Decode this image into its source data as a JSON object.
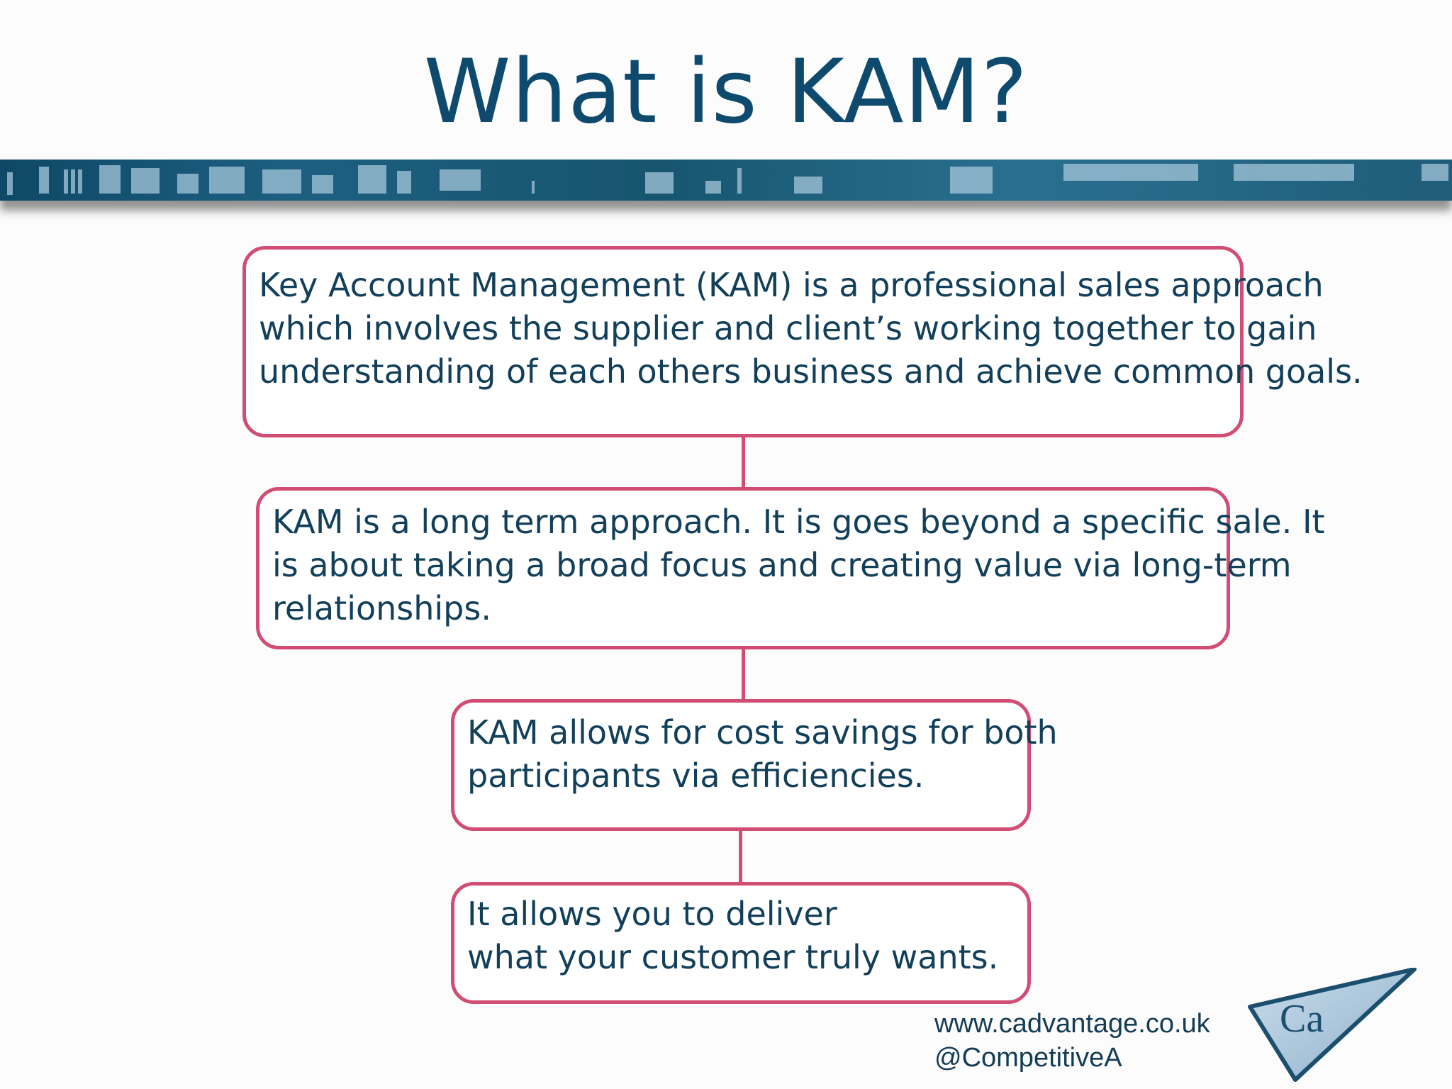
{
  "title": "What is KAM?",
  "boxes": [
    {
      "lines": [
        "Key Account Management (KAM) is a professional sales approach",
        "which involves the supplier and client’s working together to gain",
        "understanding of each others business and achieve common goals."
      ]
    },
    {
      "lines": [
        "KAM is a long term approach. It is goes beyond a specific sale. It",
        "is about taking a broad focus and creating value via long-term",
        "relationships."
      ]
    },
    {
      "lines": [
        "KAM allows for cost savings for both",
        "participants via efficiencies."
      ]
    },
    {
      "lines": [
        "It allows you to deliver",
        "what your customer truly wants."
      ]
    }
  ],
  "footer": {
    "website": "www.cadvantage.co.uk",
    "handle": "@CompetitiveA"
  },
  "logo": {
    "text": "Ca"
  },
  "colors": {
    "title": "#0d4a6e",
    "border": "#d14d73",
    "text": "#123f5a",
    "banner": "#1d5f80"
  }
}
